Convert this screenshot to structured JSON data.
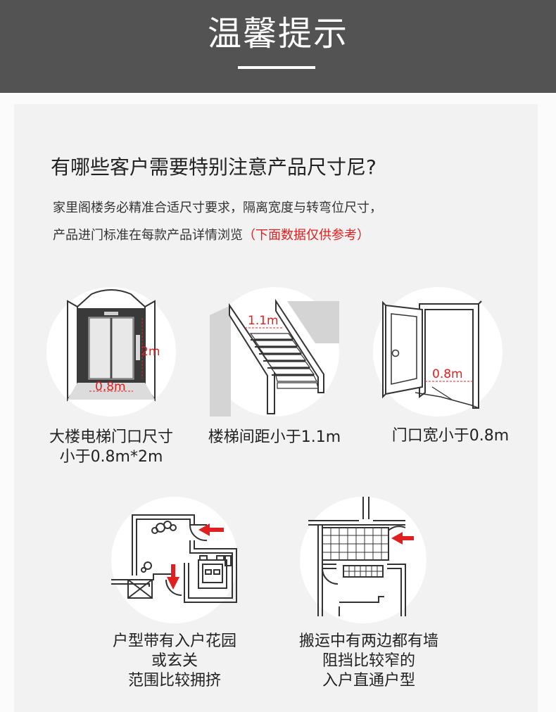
{
  "header": {
    "title": "温馨提示"
  },
  "question": "有哪些客户需要特别注意产品尺寸尼?",
  "description": {
    "line1": "家里阁楼务必精准合适尺寸要求，隔离宽度与转弯位尺寸，",
    "line2_black": "产品进门标准在每款产品详情浏览",
    "line2_red": "（下面数据仅供参考）"
  },
  "items": [
    {
      "icon": "elevator-icon",
      "width_label": "0.8m",
      "height_label": "2m",
      "caption_lines": [
        "大楼电梯门口尺寸",
        "小于0.8m*2m"
      ]
    },
    {
      "icon": "staircase-icon",
      "width_label": "1.1m",
      "caption_lines": [
        "楼梯间距小于1.1m"
      ]
    },
    {
      "icon": "door-icon",
      "width_label": "0.8m",
      "caption_lines": [
        "门口宽小于0.8m"
      ]
    },
    {
      "icon": "garden-entrance-floorplan-icon",
      "caption_lines": [
        "户型带有入户花园",
        "或玄关",
        "范围比较拥挤"
      ]
    },
    {
      "icon": "narrow-corridor-floorplan-icon",
      "caption_lines": [
        "搬运中有两边都有墙",
        "阻挡比较窄的",
        "入户直通户型"
      ]
    }
  ],
  "colors": {
    "header_bg": "#535353",
    "panel_bg": "#f2f2f2",
    "accent_red": "#e02020"
  }
}
